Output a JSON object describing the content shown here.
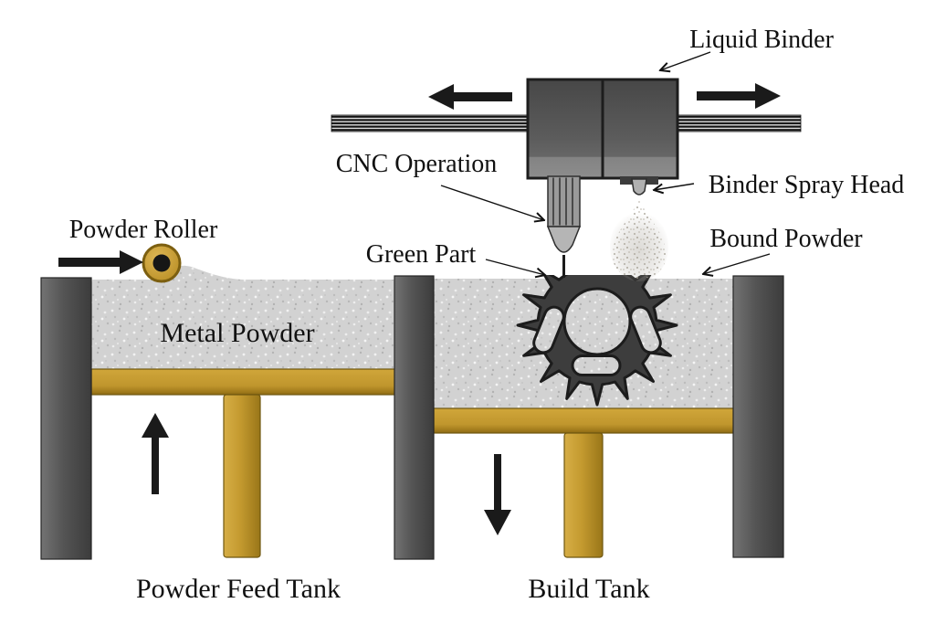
{
  "diagram": {
    "labels": {
      "liquid_binder": "Liquid Binder",
      "cnc_operation": "CNC Operation",
      "binder_spray_head": "Binder Spray Head",
      "bound_powder": "Bound Powder",
      "green_part": "Green Part",
      "powder_roller": "Powder Roller",
      "metal_powder": "Metal Powder",
      "powder_feed_tank": "Powder Feed Tank",
      "build_tank": "Build Tank"
    },
    "colors": {
      "background": "#ffffff",
      "powder_base": "#d2d2d2",
      "powder_speckle_light": "#f2f2f2",
      "powder_speckle_dark": "#b5b5b5",
      "wall_gray": "#4a4a4a",
      "gold": "#c49a2f",
      "gear_gray": "#3d3d3d",
      "arrow_black": "#1a1a1a",
      "text_black": "#111111"
    }
  }
}
